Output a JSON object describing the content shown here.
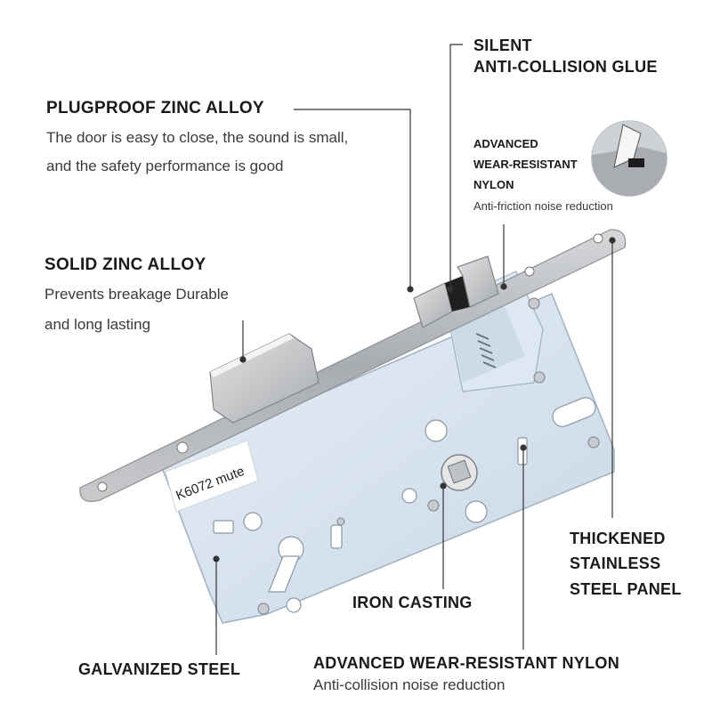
{
  "callouts": {
    "plugproof": {
      "title": "PLUGPROOF ZINC ALLOY",
      "line1": "The door is easy to close, the sound is small,",
      "line2": "and the safety performance is good"
    },
    "solid": {
      "title": "SOLID ZINC ALLOY",
      "line1": "Prevents breakage Durable",
      "line2": "and long lasting"
    },
    "silent": {
      "line1": "SILENT",
      "line2": "ANTI-COLLISION GLUE"
    },
    "nylon_top": {
      "line1": "ADVANCED",
      "line2": "WEAR-RESISTANT",
      "line3": "NYLON",
      "sub": "Anti-friction noise reduction"
    },
    "thickened": {
      "line1": "THICKENED",
      "line2": "STAINLESS",
      "line3": "STEEL PANEL"
    },
    "iron": {
      "title": "IRON CASTING"
    },
    "galvanized": {
      "title": "GALVANIZED STEEL"
    },
    "nylon_bottom": {
      "title": "ADVANCED WEAR-RESISTANT NYLON",
      "sub": "Anti-collision noise reduction"
    }
  },
  "lock": {
    "model_label": "K6072 mute"
  },
  "colors": {
    "body_blue": "#d9e6f2",
    "steel": "#b9bcbf",
    "leader_line": "#333333"
  }
}
